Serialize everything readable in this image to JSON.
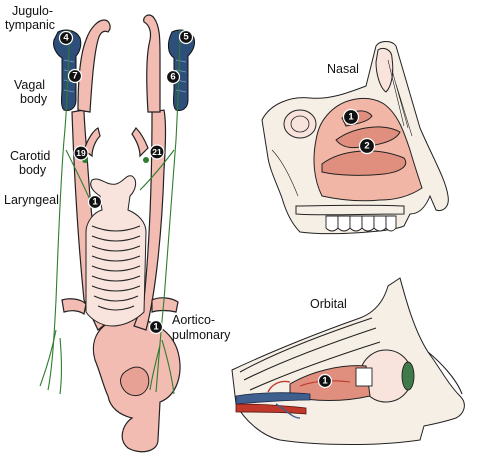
{
  "labels": {
    "jugulotympanic_line1": "Jugulo-",
    "jugulotympanic_line2": "tympanic",
    "vagal_line1": "Vagal",
    "vagal_line2": "body",
    "carotid_line1": "Carotid",
    "carotid_line2": "body",
    "laryngeal": "Laryngeal",
    "aortico_line1": "Aortico-",
    "aortico_line2": "pulmonary",
    "nasal": "Nasal",
    "orbital": "Orbital"
  },
  "markers": {
    "m4": "4",
    "m5": "5",
    "m7": "7",
    "m6": "6",
    "m19": "19",
    "m21": "21",
    "m1_laryngeal": "1",
    "m1_aortic": "1",
    "m1_nasal": "1",
    "m2_nasal": "2",
    "m1_orbital": "1"
  },
  "colors": {
    "artery": "#f3bcb3",
    "nerve": "#2e7d2e",
    "jugular": "#2d4f7a",
    "vein": "#3f5f8f",
    "mucosa": "#f2b6a6"
  }
}
